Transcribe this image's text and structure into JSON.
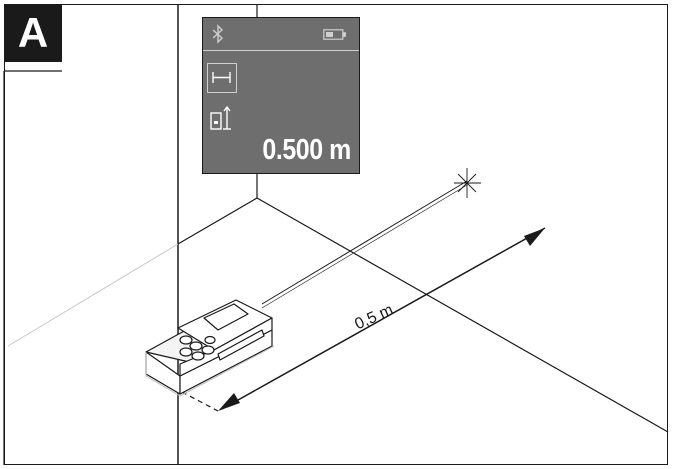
{
  "figure": {
    "label": "A"
  },
  "display": {
    "reading": "0.500 m",
    "status_icons": [
      "bluetooth-icon",
      "battery-icon"
    ],
    "mode_icon": "length-measure-icon",
    "reference_icon": "rear-reference-icon"
  },
  "dimension": {
    "label": "0,5 m"
  },
  "colors": {
    "ink": "#1a1a1a",
    "lcd_background": "#6e6e6e",
    "lcd_text": "#ffffff",
    "faint_line": "#c8c8c8"
  }
}
